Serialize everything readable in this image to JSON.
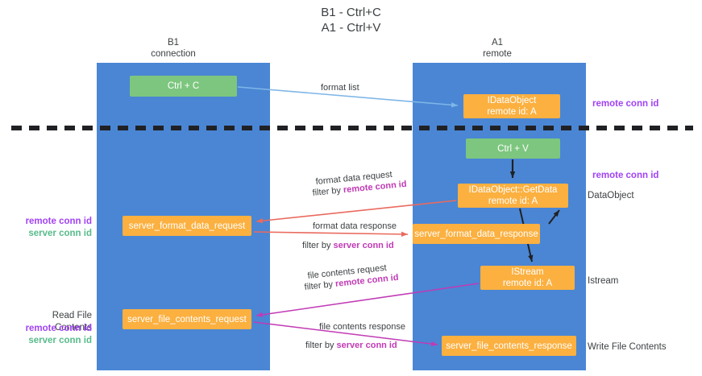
{
  "title": {
    "line1": "B1 - Ctrl+C",
    "line2": "A1 - Ctrl+V"
  },
  "columns": [
    {
      "name": "B1",
      "sub": "connection",
      "color": "#4a86d4"
    },
    {
      "name": "A1",
      "sub": "remote",
      "color": "#4a86d4"
    }
  ],
  "boxes": {
    "ctrl_c": {
      "label": "Ctrl + C",
      "color": "#7dc67f"
    },
    "idataobject": {
      "line1": "IDataObject",
      "line2": "remote id: A",
      "color": "#fbb040"
    },
    "ctrl_v": {
      "label": "Ctrl + V",
      "color": "#7dc67f"
    },
    "getdata": {
      "line1": "IDataObject::GetData",
      "line2": "remote id: A",
      "color": "#fbb040"
    },
    "server_format_data_request": {
      "label": "server_format_data_request",
      "color": "#fbb040"
    },
    "server_format_data_response": {
      "label": "server_format_data_response",
      "color": "#fbb040"
    },
    "istream": {
      "line1": "IStream",
      "line2": "remote id: A",
      "color": "#fbb040"
    },
    "server_file_contents_request": {
      "label": "server_file_contents_request",
      "color": "#fbb040"
    },
    "server_file_contents_response": {
      "label": "server_file_contents_response",
      "color": "#fbb040"
    }
  },
  "arrow_labels": {
    "format_list": "format list",
    "format_data_request": "format data request",
    "filter_by": "filter by ",
    "remote_conn_id": "remote conn id",
    "format_data_response": "format data response",
    "server_conn_id": "server conn id",
    "file_contents_request": "file contents request",
    "file_contents_response": "file contents response"
  },
  "side_labels": {
    "remote_conn_id": "remote conn id",
    "server_conn_id": "server conn id",
    "dataobject": "DataObject",
    "istream": "Istream",
    "read_file_contents": "Read File Contents",
    "write_file_contents": "Write File Contents"
  },
  "colors": {
    "lane": "#4a86d4",
    "green_box": "#7dc67f",
    "orange_box": "#fbb040",
    "purple": "#a142f4",
    "green_text": "#57bb8a",
    "magenta": "#c13ab5",
    "red_arrow": "#ea6a5e",
    "blue_arrow": "#7eb6e8",
    "black": "#202124"
  }
}
